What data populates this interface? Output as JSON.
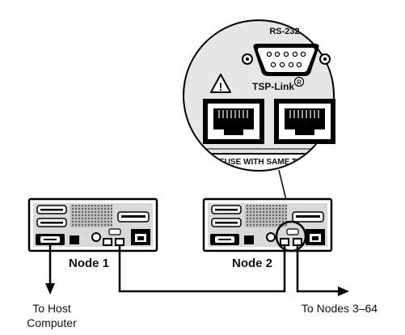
{
  "zoom_panel": {
    "rs232_label": "RS-232",
    "tsp_link_label": "TSP-Link",
    "registered_mark": "R",
    "warning_glyph": "!",
    "fuse_text": "E FUSE WITH SAME TY"
  },
  "nodes": [
    {
      "label": "Node 1"
    },
    {
      "label": "Node 2"
    }
  ],
  "connections": {
    "host_label_line1": "To Host",
    "host_label_line2": "Computer",
    "nodes_label": "To Nodes 3–64"
  },
  "colors": {
    "panel_fill": "#d9d9d9",
    "grille": "#8a8a8a",
    "line": "#111111",
    "background": "#ffffff"
  }
}
